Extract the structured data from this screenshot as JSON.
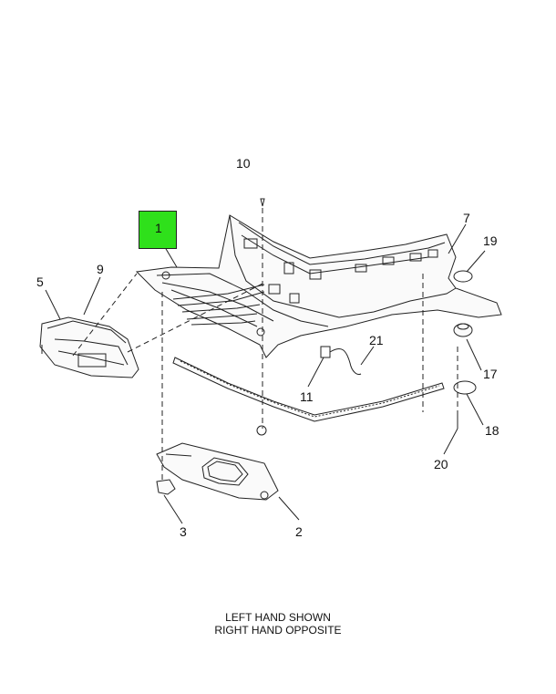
{
  "callouts": {
    "c1": "1",
    "c2": "2",
    "c3": "3",
    "c5": "5",
    "c7": "7",
    "c9": "9",
    "c10": "10",
    "c11": "11",
    "c17": "17",
    "c18": "18",
    "c19": "19",
    "c20": "20",
    "c21": "21"
  },
  "highlight_color": "#2fe01b",
  "caption": {
    "line1": "LEFT HAND SHOWN",
    "line2": "RIGHT HAND OPPOSITE"
  }
}
